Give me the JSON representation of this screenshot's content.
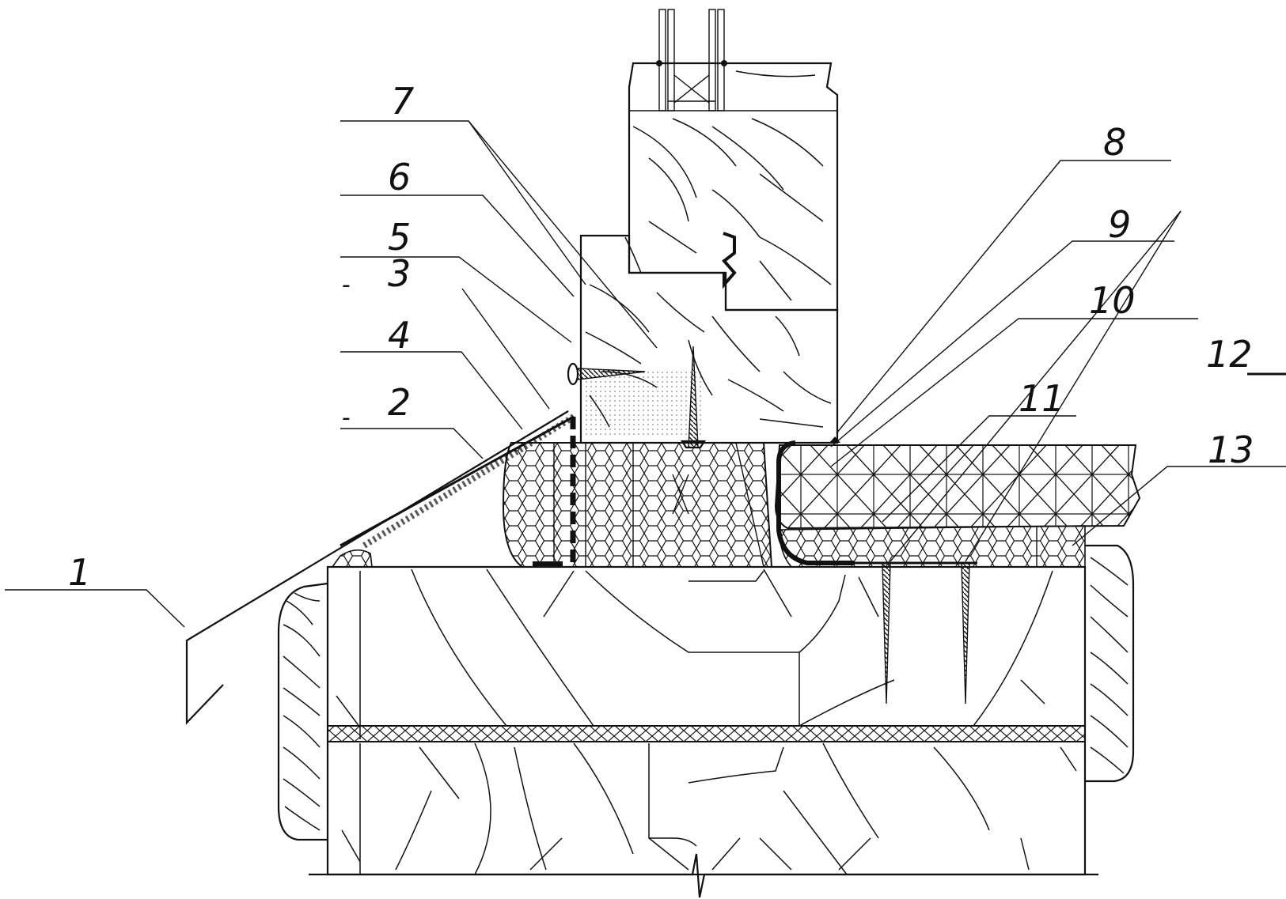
{
  "diagram": {
    "callouts": [
      {
        "id": "1",
        "label": "1"
      },
      {
        "id": "2",
        "label": "2"
      },
      {
        "id": "3",
        "label": "3"
      },
      {
        "id": "4",
        "label": "4"
      },
      {
        "id": "5",
        "label": "5"
      },
      {
        "id": "6",
        "label": "6"
      },
      {
        "id": "7",
        "label": "7"
      },
      {
        "id": "8",
        "label": "8"
      },
      {
        "id": "9",
        "label": "9"
      },
      {
        "id": "10",
        "label": "10"
      },
      {
        "id": "11",
        "label": "11"
      },
      {
        "id": "12",
        "label": "12"
      },
      {
        "id": "13",
        "label": "13"
      }
    ],
    "dash_marks": [
      "-",
      "-"
    ],
    "colors": {
      "ink": "#111111",
      "background": "#ffffff"
    }
  }
}
